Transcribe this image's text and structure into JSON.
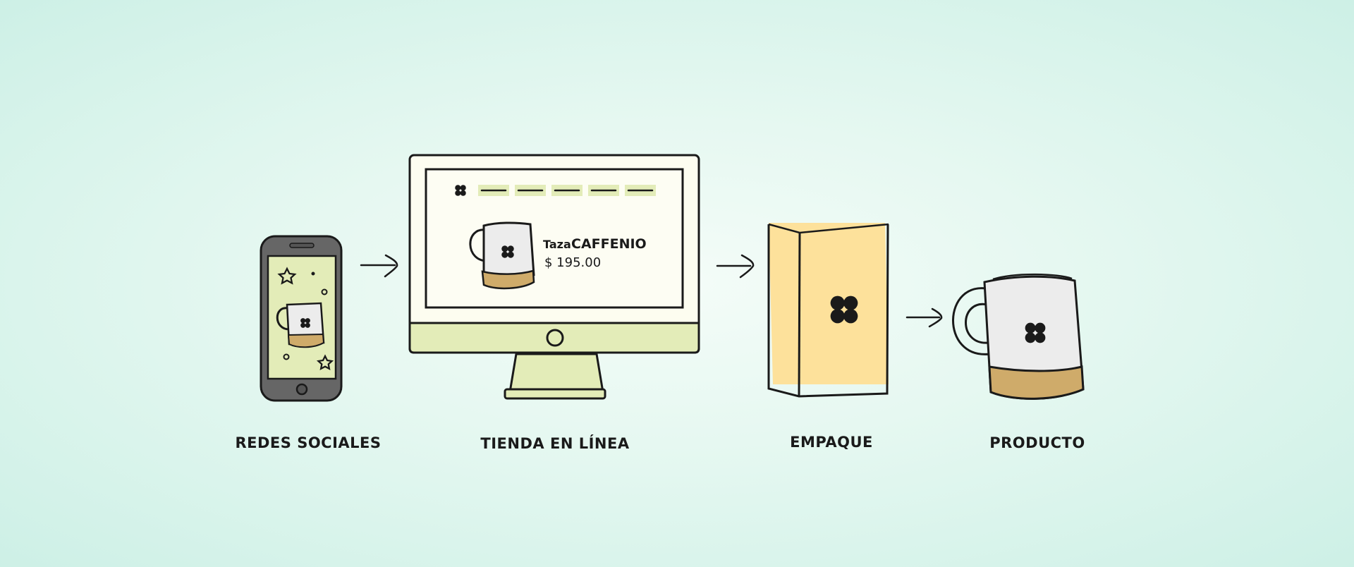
{
  "steps": [
    {
      "label": "REDES SOCIALES"
    },
    {
      "label": "TIENDA EN LÍNEA"
    },
    {
      "label": "EMPAQUE"
    },
    {
      "label": "PRODUCTO"
    }
  ],
  "store_screen": {
    "product_prefix": "Taza",
    "product_name": "CAFFENIO",
    "price": "$ 195.00"
  },
  "colors": {
    "outline": "#1a1a1a",
    "screen_green": "#e3ecb8",
    "box_yellow": "#fde19b",
    "mug_white": "#ececec",
    "mug_base": "#cfab6a",
    "phone_body": "#666666"
  },
  "icons": [
    "phone-icon",
    "computer-monitor-icon",
    "package-box-icon",
    "mug-icon",
    "arrow-right-icon",
    "clover-logo-icon",
    "star-icon"
  ]
}
